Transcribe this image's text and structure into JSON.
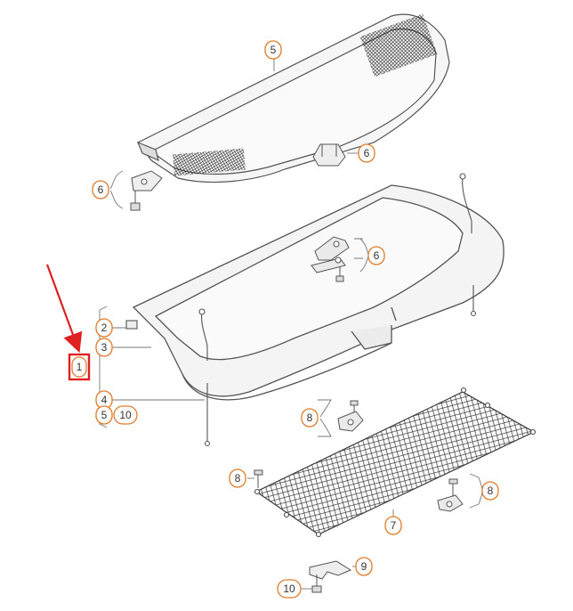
{
  "colors": {
    "callout": "#e07b2a",
    "highlight": "#e02020",
    "line": "#555555",
    "part_fill": "#f4f4f4"
  },
  "callouts": [
    {
      "id": "c5",
      "label": "5"
    },
    {
      "id": "c6a",
      "label": "6"
    },
    {
      "id": "c6b",
      "label": "6"
    },
    {
      "id": "c6c",
      "label": "6"
    },
    {
      "id": "c2",
      "label": "2"
    },
    {
      "id": "c3",
      "label": "3"
    },
    {
      "id": "c1",
      "label": "1"
    },
    {
      "id": "c4",
      "label": "4"
    },
    {
      "id": "c5b",
      "label": "5"
    },
    {
      "id": "c10a",
      "label": "10"
    },
    {
      "id": "c8a",
      "label": "8"
    },
    {
      "id": "c8b",
      "label": "8"
    },
    {
      "id": "c8c",
      "label": "8"
    },
    {
      "id": "c7",
      "label": "7"
    },
    {
      "id": "c9",
      "label": "9"
    },
    {
      "id": "c10b",
      "label": "10"
    }
  ]
}
